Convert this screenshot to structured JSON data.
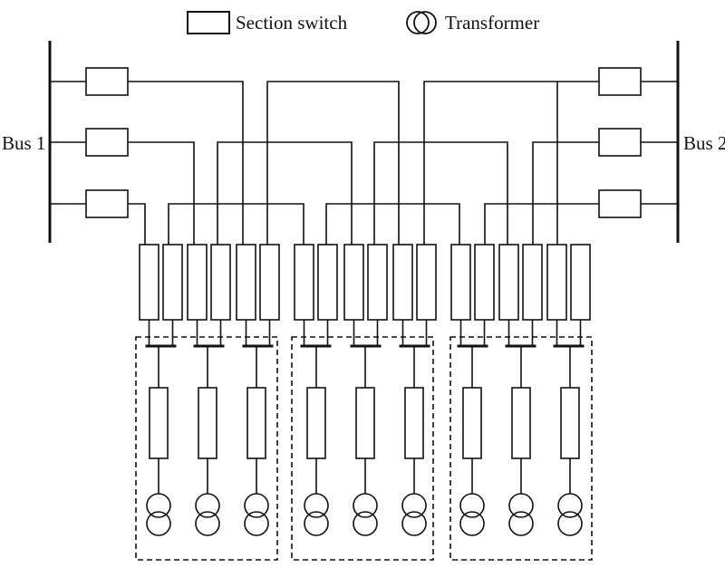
{
  "legend": {
    "section_switch_label": "Section switch",
    "transformer_label": "Transformer"
  },
  "buses": {
    "bus1_label": "Bus 1",
    "bus2_label": "Bus 2"
  },
  "structure": {
    "feeders_per_bus": 3,
    "groups": 3,
    "units_per_group": 3
  },
  "colors": {
    "line": "#111111",
    "background": "#ffffff"
  }
}
